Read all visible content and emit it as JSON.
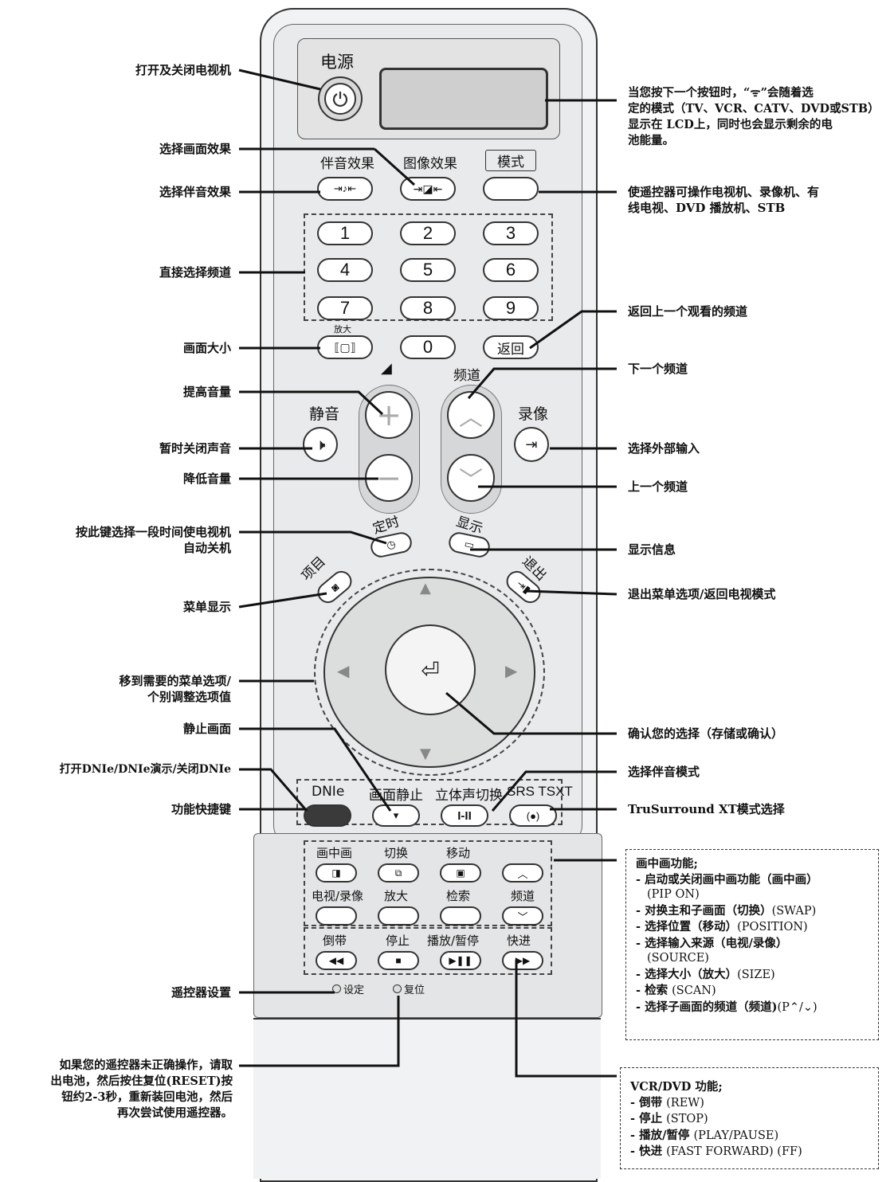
{
  "remote": {
    "power_label": "电源",
    "sound_effect_label": "伴音效果",
    "picture_effect_label": "图像效果",
    "mode_label": "模式",
    "numbers": [
      "1",
      "2",
      "3",
      "4",
      "5",
      "6",
      "7",
      "8",
      "9",
      "0"
    ],
    "size_label": "放大",
    "return_label": "返回",
    "channel_label": "频道",
    "mute_label": "静音",
    "source_label": "录像",
    "timer_label": "定时",
    "display_label": "显示",
    "menu_label": "项目",
    "exit_label": "退出",
    "dnie_label": "DNIe",
    "freeze_label": "画面静止",
    "stereo_label": "立体声切换",
    "stereo_btn": "I-II",
    "srs_label": "SRS TSXT",
    "pip_labels": [
      "画中画",
      "切换",
      "移动",
      "",
      "电视/录像",
      "放大",
      "检索",
      "频道"
    ],
    "vcr_labels": [
      "倒带",
      "停止",
      "播放/暂停",
      "快进"
    ],
    "set_label": "设定",
    "reset_label": "复位"
  },
  "annotations_left": [
    "打开及关闭电视机",
    "选择画面效果",
    "选择伴音效果",
    "直接选择频道",
    "画面大小",
    "提高音量",
    "暂时关闭声音",
    "降低音量",
    "按此键选择一段时间使电视机\n自动关机",
    "菜单显示",
    "移到需要的菜单选项/\n个别调整选项值",
    "静止画面",
    "打开DNIe/DNIe演示/关闭DNIe",
    "功能快捷键",
    "遥控器设置",
    "如果您的遥控器未正确操作，请取\n出电池，然后按住复位(RESET)按\n钮约2-3秒，重新装回电池，然后\n再次尝试使用遥控器。"
  ],
  "annotations_right": [
    "当您按下一个按钮时，“ᯤ”会随着选\n定的模式（TV、VCR、CATV、DVD或STB）\n显示在 LCD上，同时也会显示剩余的电\n池能量。",
    "使遥控器可操作电视机、录像机、有\n线电视、DVD 播放机、STB",
    "返回上一个观看的频道",
    "下一个频道",
    "选择外部输入",
    "上一个频道",
    "显示信息",
    "退出菜单选项/返回电视模式",
    "确认您的选择（存储或确认）",
    "选择伴音模式",
    "TruSurround XT模式选择"
  ],
  "pip_box": {
    "title": "画中画功能;",
    "items": [
      {
        "main": "启动或关闭画中画功能（画中画）",
        "sub": "(PIP ON)"
      },
      {
        "main": "对换主和子画面（切换）",
        "en": "(SWAP)"
      },
      {
        "main": "选择位置（移动）",
        "en": "(POSITION)"
      },
      {
        "main": "选择输入来源（电视/录像）",
        "sub": "(SOURCE)"
      },
      {
        "main": "选择大小（放大）",
        "en": "(SIZE)"
      },
      {
        "main": "检索",
        "en": "(SCAN)"
      },
      {
        "main": "选择子画面的频道（频道)",
        "en": "(P⌃/⌄)"
      }
    ]
  },
  "vcr_box": {
    "title": "VCR/DVD 功能;",
    "items": [
      {
        "main": "倒带",
        "en": "(REW)"
      },
      {
        "main": "停止",
        "en": "(STOP)"
      },
      {
        "main": "播放/暂停",
        "en": "(PLAY/PAUSE)"
      },
      {
        "main": "快进",
        "en": "(FAST FORWARD)  (FF)"
      }
    ]
  }
}
